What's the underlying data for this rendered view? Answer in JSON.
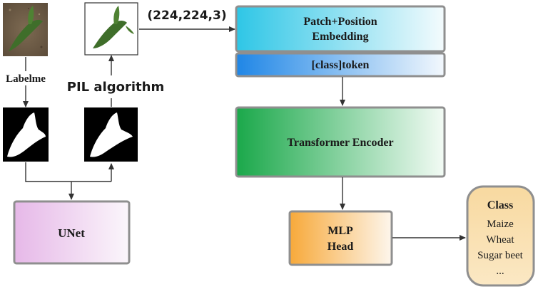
{
  "labels": {
    "labelme": "Labelme",
    "pil_algorithm": "PIL algorithm",
    "input_shape": "(224,224,3)"
  },
  "boxes": {
    "patch_embedding_line1": "Patch+Position",
    "patch_embedding_line2": "Embedding",
    "class_token": "[class]token",
    "transformer_encoder": "Transformer Encoder",
    "mlp_head_line1": "MLP",
    "mlp_head_line2": "Head",
    "unet": "UNet"
  },
  "output": {
    "title": "Class",
    "items": [
      "Maize",
      "Wheat",
      "Sugar beet",
      "..."
    ]
  },
  "colors": {
    "patch_embedding": "#2ec6e6",
    "class_token": "#1f86e6",
    "transformer_encoder": "#1aa84a",
    "mlp_head": "#f7a93a",
    "unet": "#e6b8e8",
    "class_box": "#f8d9a0",
    "soil": "#6e5b46",
    "leaf": "#3f6e2a"
  }
}
